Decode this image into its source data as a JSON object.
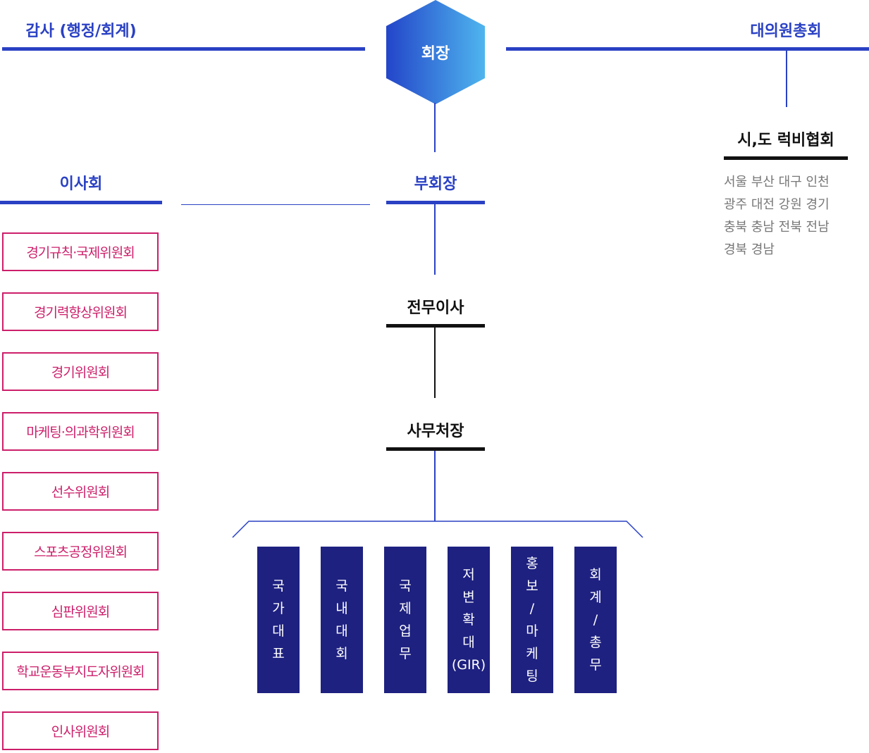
{
  "top": {
    "audit": "감사 (행정/회계)",
    "president": "회장",
    "general_assembly": "대의원총회"
  },
  "right": {
    "city_associations": "시,도 럭비협회",
    "regions": [
      "서울 부산 대구 인천",
      "광주 대전 강원 경기",
      "충북 충남 전북 전남",
      "경북 경남"
    ]
  },
  "left": {
    "board": "이사회",
    "committees": [
      "경기규칙·국제위원회",
      "경기력향상위원회",
      "경기위원회",
      "마케팅·의과학위원회",
      "선수위원회",
      "스포츠공정위원회",
      "심판위원회",
      "학교운동부지도자위원회",
      "인사위원회"
    ]
  },
  "center": {
    "vice_president": "부회장",
    "executive_director": "전무이사",
    "secretary_general": "사무처장"
  },
  "departments": [
    [
      "국",
      "가",
      "대",
      "표"
    ],
    [
      "국",
      "내",
      "대",
      "회"
    ],
    [
      "국",
      "제",
      "업",
      "무"
    ],
    [
      "저",
      "변",
      "확",
      "대",
      "(GIR)"
    ],
    [
      "홍",
      "보",
      "/",
      "마",
      "케",
      "팅"
    ],
    [
      "회",
      "계",
      "/",
      "총",
      "무"
    ]
  ],
  "colors": {
    "primary_blue": "#2a41c4",
    "committee_magenta": "#cc1f6a",
    "department_navy": "#1e2180",
    "hexagon_gradient": [
      "#2345c9",
      "#4fb5ee"
    ]
  }
}
